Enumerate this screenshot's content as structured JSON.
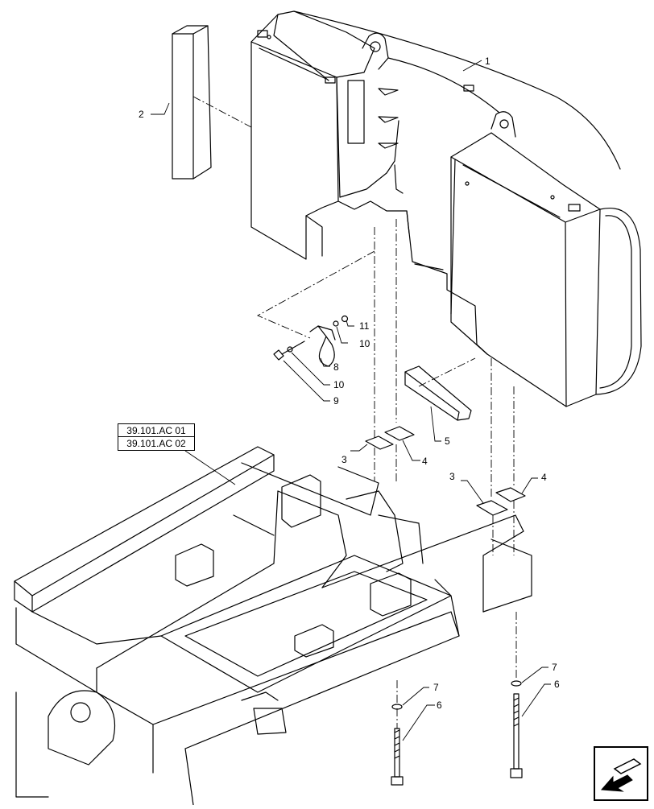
{
  "callouts": {
    "c1": "1",
    "c2": "2",
    "c3a": "3",
    "c3b": "3",
    "c4a": "4",
    "c4b": "4",
    "c5": "5",
    "c6a": "6",
    "c6b": "6",
    "c7a": "7",
    "c7b": "7",
    "c8": "8",
    "c9": "9",
    "c10a": "10",
    "c10b": "10",
    "c11": "11"
  },
  "references": [
    "39.101.AC 01",
    "39.101.AC 02"
  ],
  "nav_icon": "arrow-icon"
}
